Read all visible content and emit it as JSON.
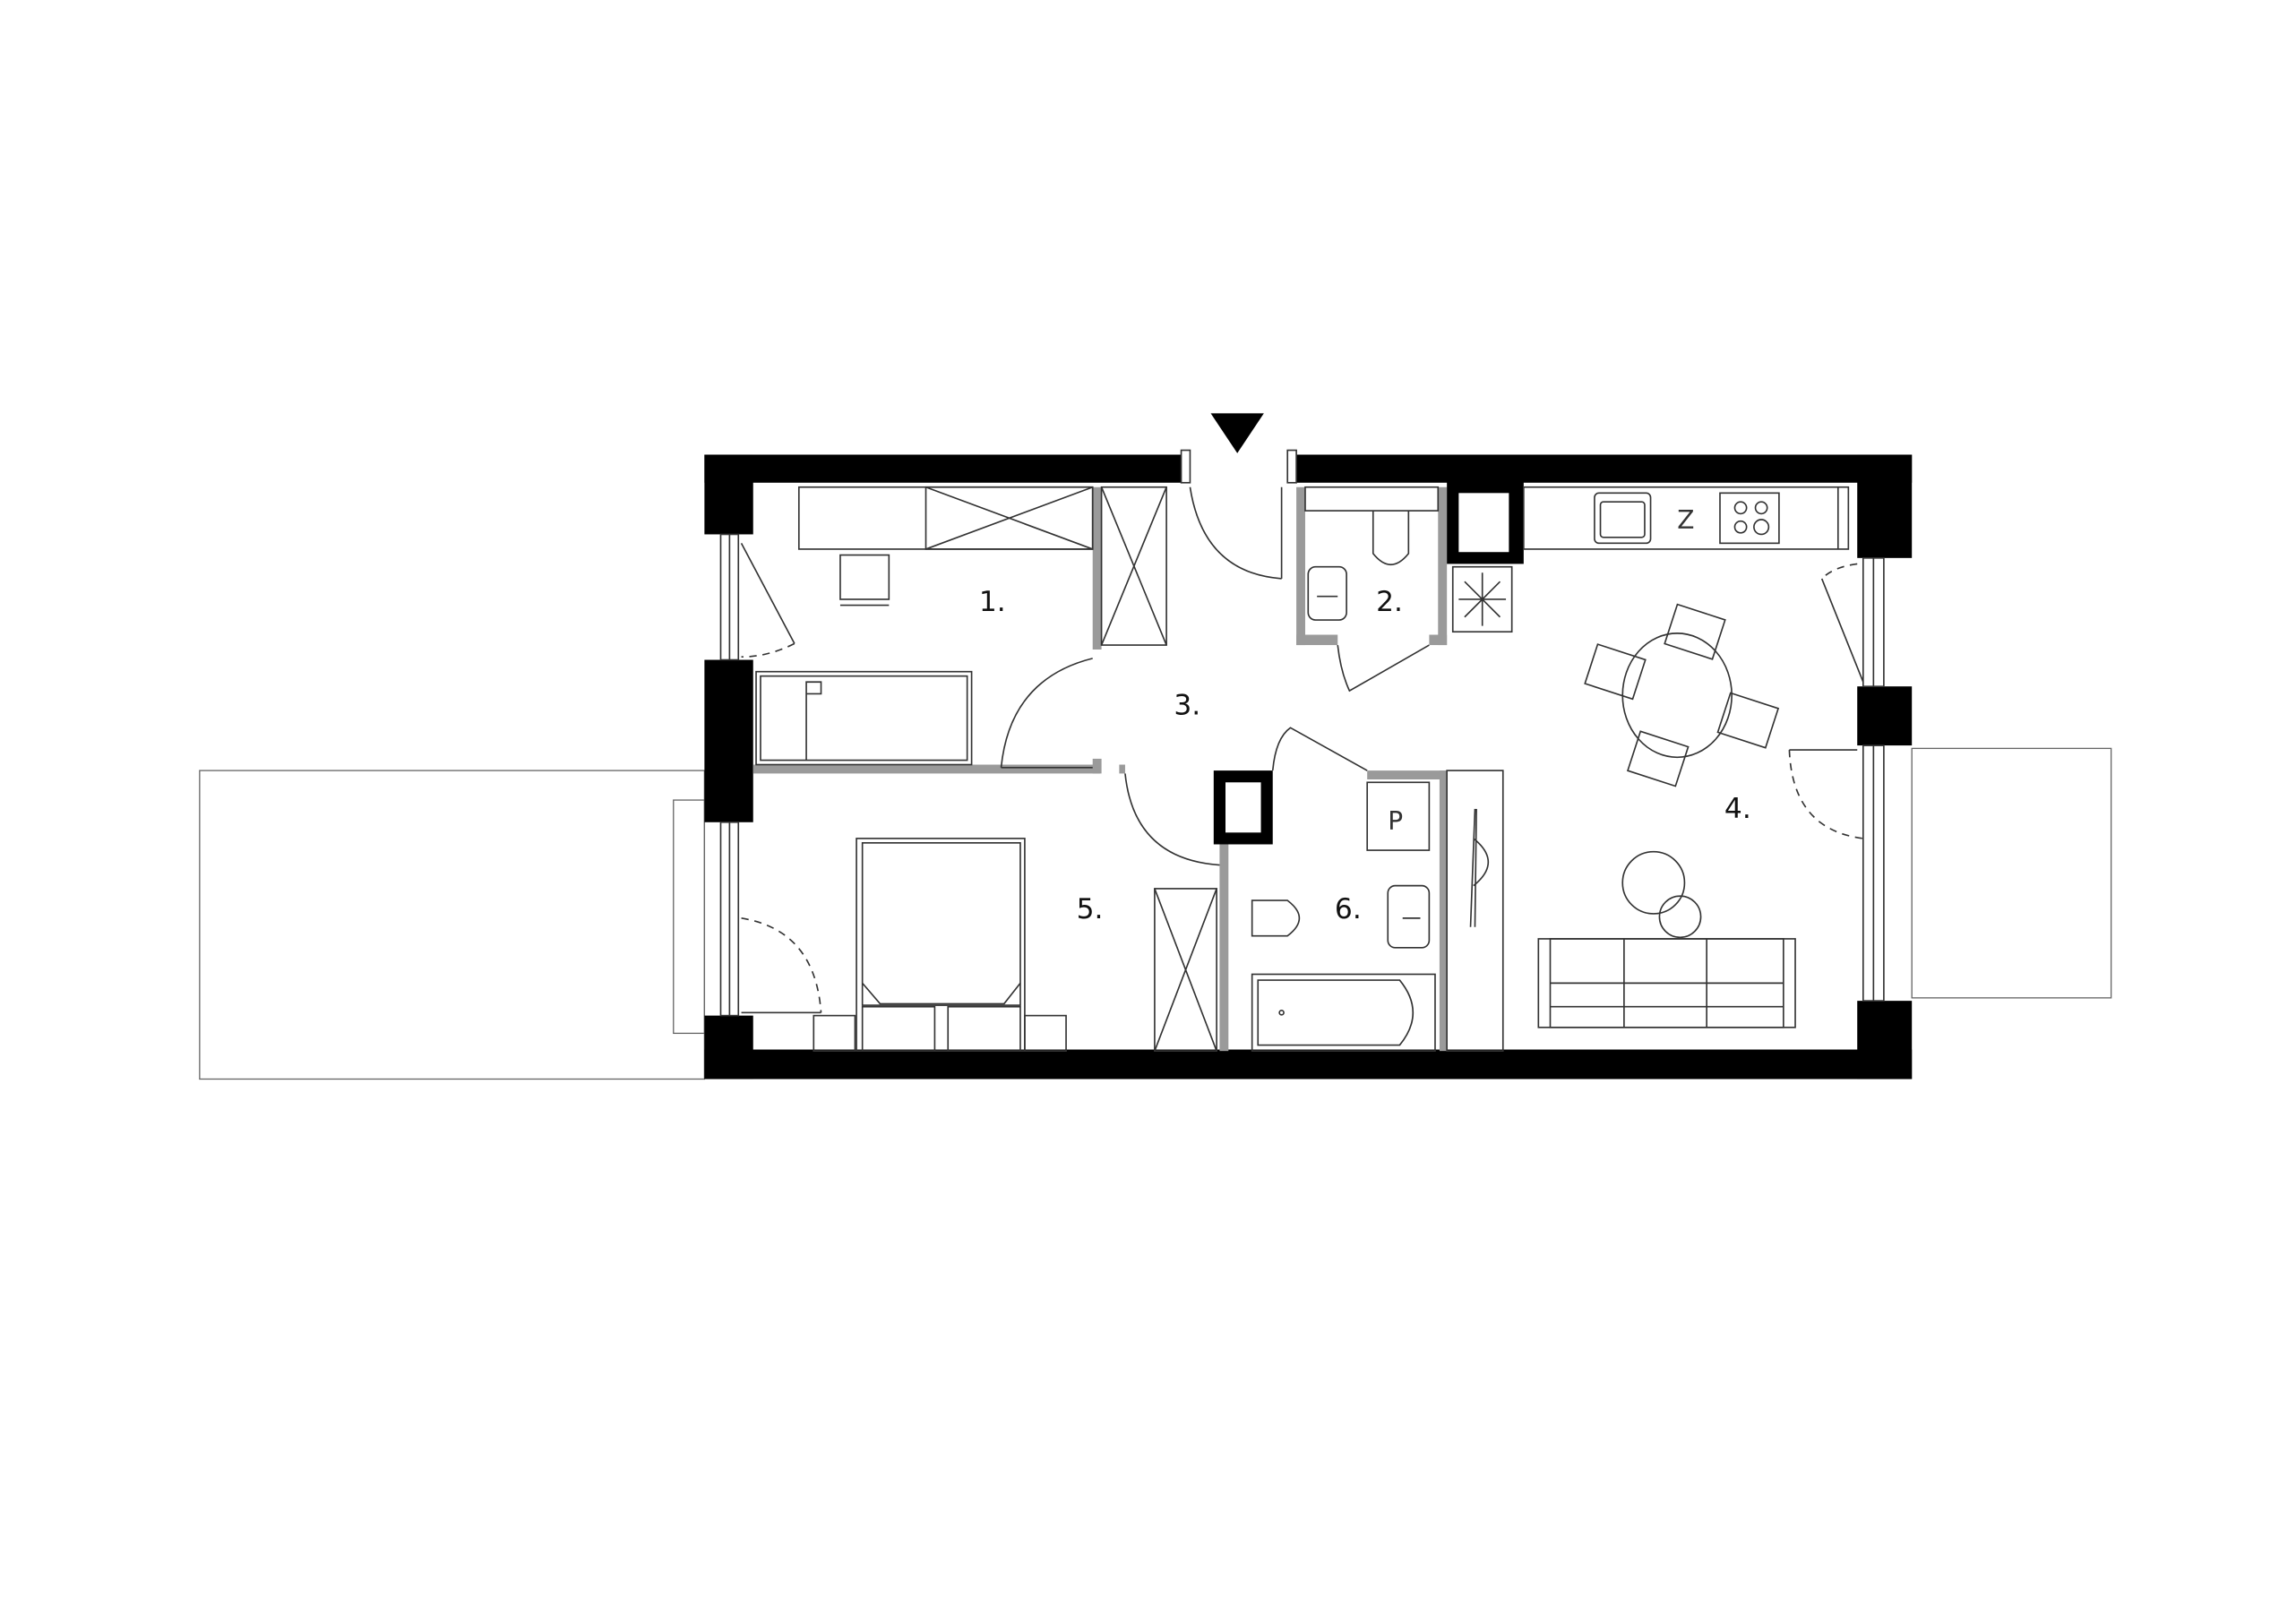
{
  "plan": {
    "rooms": [
      {
        "label": "1."
      },
      {
        "label": "2."
      },
      {
        "label": "3."
      },
      {
        "label": "4."
      },
      {
        "label": "5."
      },
      {
        "label": "6."
      }
    ],
    "fixtures": {
      "fridge_label": "Z",
      "washer_label": "P"
    },
    "entrance_icon": "entrance-triangle-icon",
    "colors": {
      "wall": "#000000",
      "partition": "#9a9a9a",
      "line": "#333333"
    }
  }
}
